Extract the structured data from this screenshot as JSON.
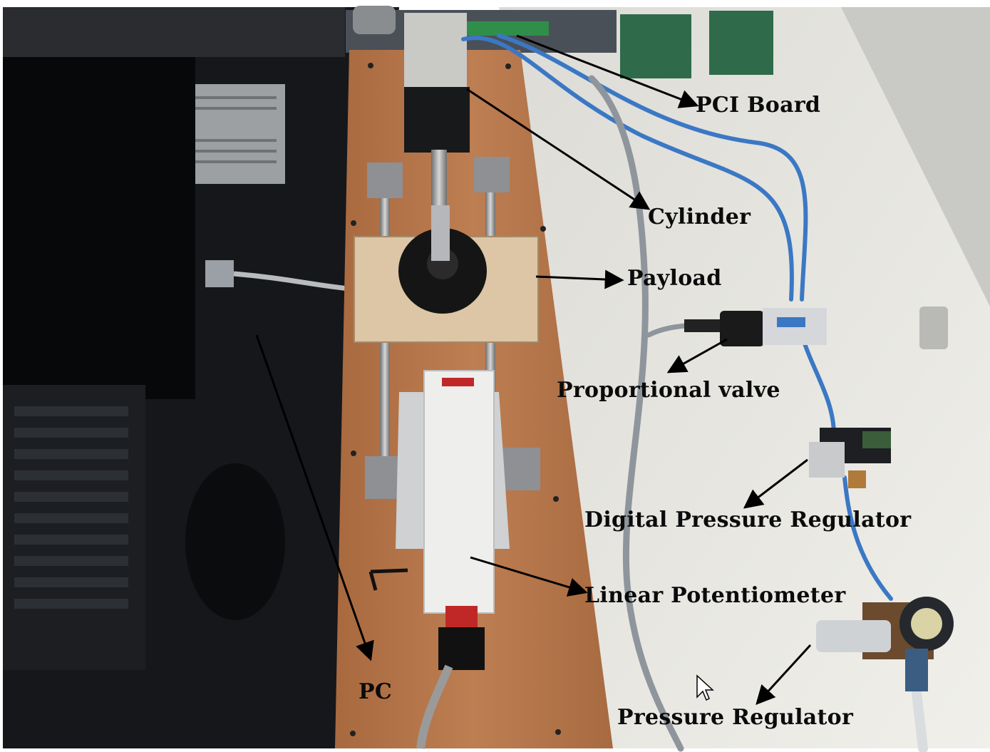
{
  "labels": {
    "pci_board": "PCI Board",
    "cylinder": "Cylinder",
    "payload": "Payload",
    "proportional_valve": "Proportional valve",
    "digital_pressure_regulator": "Digital Pressure Regulator",
    "linear_potentiometer": "Linear Potentiometer",
    "pc": "PC",
    "pressure_regulator": "Pressure Regulator"
  },
  "colors": {
    "frame": "#ffffff",
    "desk_dark": "#101216",
    "table_white": "#e6e4df",
    "wood": "#b5764a",
    "payload_wood": "#d9c4a4",
    "hose_blue": "#3b78c4",
    "cable_gray": "#8f959c",
    "pcb_green": "#2f6b4a",
    "label_text": "#0b0b0b",
    "arrow": "#000000"
  }
}
